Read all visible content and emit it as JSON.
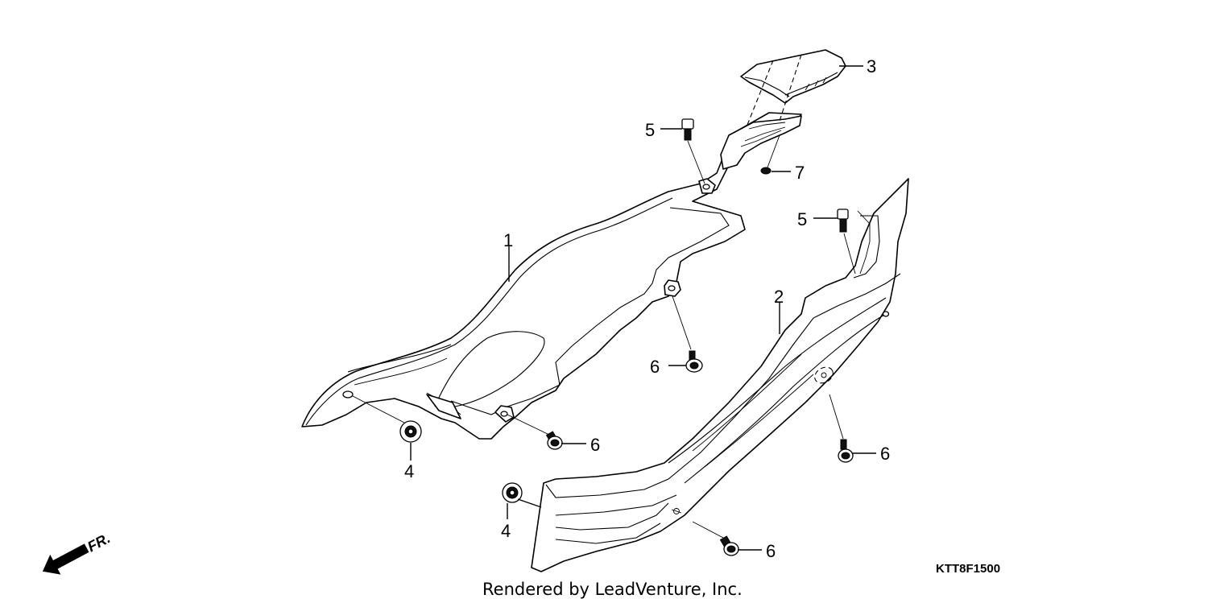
{
  "diagram": {
    "callouts": [
      {
        "id": "c1",
        "label": "1"
      },
      {
        "id": "c2",
        "label": "2"
      },
      {
        "id": "c3",
        "label": "3"
      },
      {
        "id": "c4a",
        "label": "4"
      },
      {
        "id": "c4b",
        "label": "4"
      },
      {
        "id": "c5a",
        "label": "5"
      },
      {
        "id": "c5b",
        "label": "5"
      },
      {
        "id": "c6a",
        "label": "6"
      },
      {
        "id": "c6b",
        "label": "6"
      },
      {
        "id": "c6c",
        "label": "6"
      },
      {
        "id": "c6d",
        "label": "6"
      },
      {
        "id": "c7",
        "label": "7"
      }
    ],
    "direction_label": "FR.",
    "diagram_code": "KTT8F1500",
    "credit": "Rendered by LeadVenture, Inc."
  }
}
